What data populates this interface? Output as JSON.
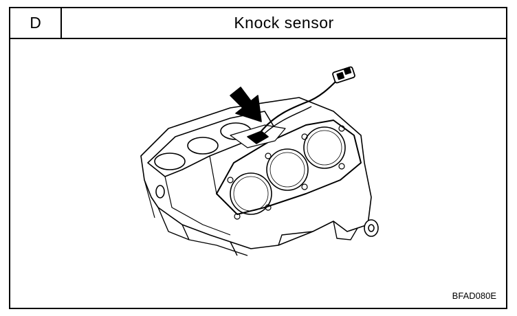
{
  "header": {
    "section": "D",
    "title": "Knock sensor"
  },
  "figure": {
    "code": "BFAD080E",
    "subject": "engine-block-with-knock-sensor",
    "pointer": "arrow-indicating-knock-sensor"
  }
}
